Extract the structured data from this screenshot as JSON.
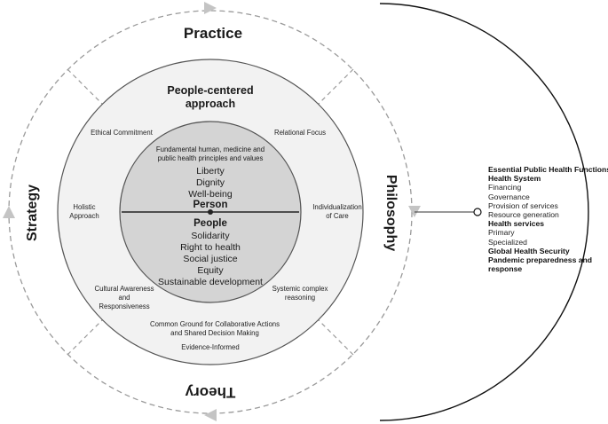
{
  "colors": {
    "outer_ring": "#f2f2f2",
    "inner_circle": "#d4d4d4",
    "stroke": "#555555",
    "dashed": "#9a9a9a",
    "arrow": "#bdbdbd"
  },
  "ring_labels": {
    "practice": "Practice",
    "strategy": "Strategy",
    "theory": "Theory",
    "philosophy": "Philosophy"
  },
  "approach": {
    "line1": "People-centered",
    "line2": "approach"
  },
  "outer_items": {
    "ethical": "Ethical Commitment",
    "relational": "Relational Focus",
    "holistic": [
      "Holistic",
      "Approach"
    ],
    "individualization": [
      "Individualization",
      "of Care"
    ],
    "cultural": [
      "Cultural Awareness",
      "and",
      "Responsiveness"
    ],
    "systemic": [
      "Systemic complex",
      "reasoning"
    ],
    "common_ground": [
      "Common Ground for Collaborative Actions",
      "and Shared Decision Making"
    ],
    "evidence": "Evidence-Informed"
  },
  "person": {
    "principles": [
      "Fundamental human, medicine and",
      "public health principles and values"
    ],
    "values": [
      "Liberty",
      "Dignity",
      "Well-being"
    ],
    "label": "Person"
  },
  "people": {
    "label": "People",
    "values": [
      "Solidarity",
      "Right to health",
      "Social justice",
      "Equity",
      "Sustainable development"
    ]
  },
  "side_list": {
    "essential": "Essential Public Health Functions",
    "health_system": "Health System",
    "hs_items": [
      "Financing",
      "Governance",
      "Provision of services",
      "Resource generation"
    ],
    "health_services": "Health services",
    "serv_items": [
      "Primary",
      "Specialized"
    ],
    "global": "Global Health Security",
    "pandemic": "Pandemic preparedness and response"
  }
}
